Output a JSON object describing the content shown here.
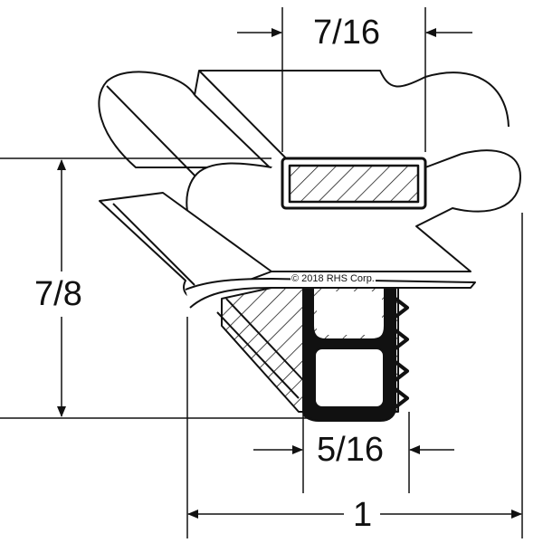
{
  "dimensions": {
    "top_width": "7/16",
    "height": "7/8",
    "dart_width": "5/16",
    "overall_width": "1"
  },
  "copyright": "© 2018 RHS Corp."
}
